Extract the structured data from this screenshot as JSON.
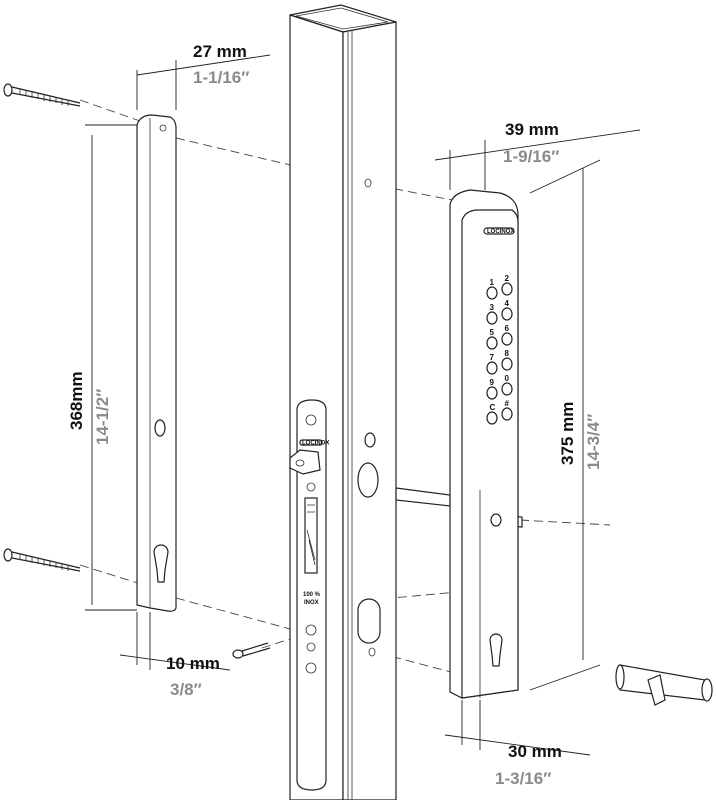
{
  "title": "Keypad lock installation diagram",
  "brand_logo": "LOCINOX",
  "dimensions": {
    "plate_width": {
      "metric": "27 mm",
      "imperial": "1-1/16″"
    },
    "keypad_width": {
      "metric": "39 mm",
      "imperial": "1-9/16″"
    },
    "plate_height": {
      "metric": "368mm",
      "imperial": "14-1/2″"
    },
    "keypad_height": {
      "metric": "375 mm",
      "imperial": "14-3/4″"
    },
    "plate_depth": {
      "metric": "10 mm",
      "imperial": "3/8″"
    },
    "keypad_depth": {
      "metric": "30 mm",
      "imperial": "1-3/16″"
    }
  },
  "keypad_keys": [
    "1",
    "2",
    "3",
    "4",
    "5",
    "6",
    "7",
    "8",
    "9",
    "0",
    "C",
    "#"
  ],
  "lock_case_label": [
    "100 %",
    "INOX"
  ]
}
